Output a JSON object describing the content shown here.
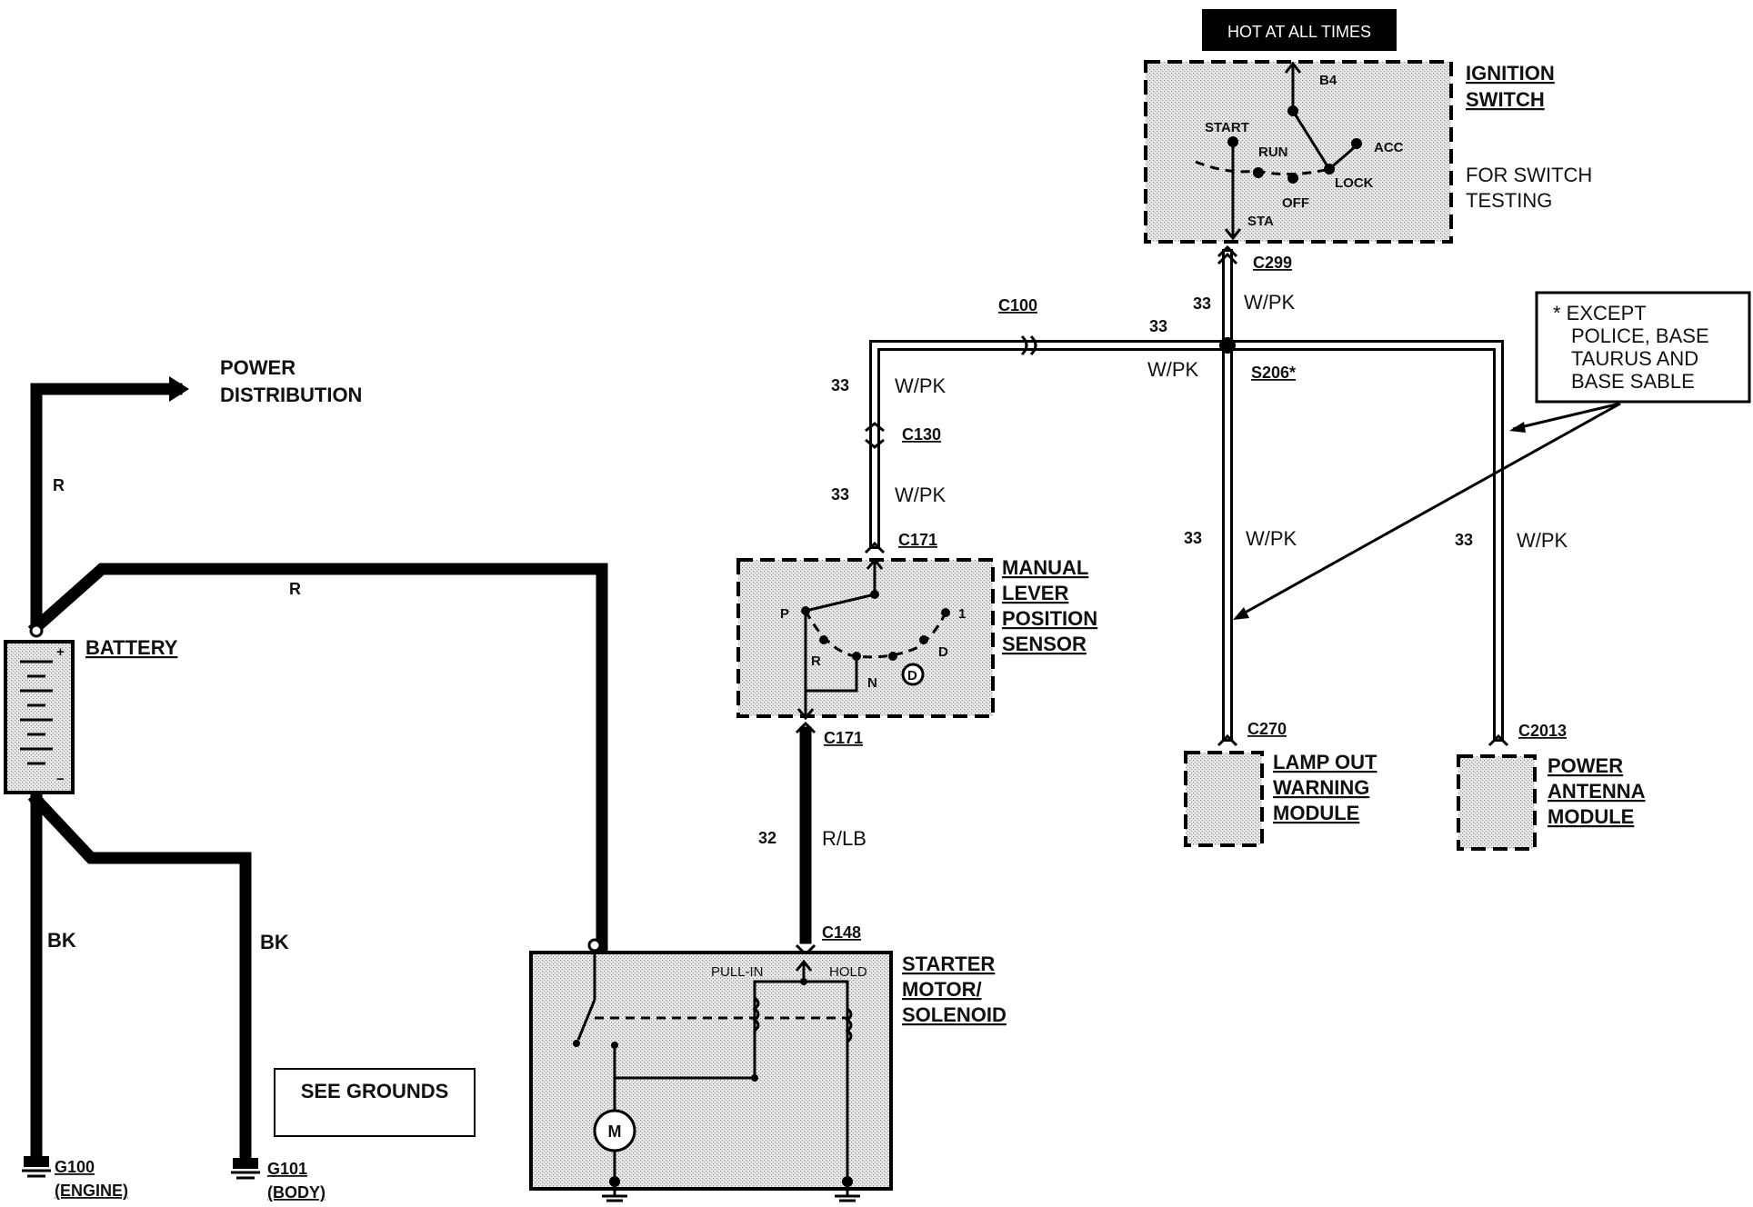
{
  "header": {
    "hot_label": "HOT AT ALL TIMES"
  },
  "ignition_switch": {
    "title_line1": "IGNITION",
    "title_line2": "SWITCH",
    "note_line1": "FOR SWITCH",
    "note_line2": "TESTING",
    "pos_b4": "B4",
    "pos_start": "START",
    "pos_run": "RUN",
    "pos_acc": "ACC",
    "pos_lock": "LOCK",
    "pos_off": "OFF",
    "pos_sta": "STA"
  },
  "connectors": {
    "c299": "C299",
    "c100": "C100",
    "c130": "C130",
    "c171_top": "C171",
    "c171_bottom": "C171",
    "c148": "C148",
    "c270": "C270",
    "c2013": "C2013",
    "s206": "S206*"
  },
  "wires": {
    "ign_out_circuit": "33",
    "ign_out_color": "W/PK",
    "to_c100_circuit": "33",
    "splice_color": "W/PK",
    "c130_top_circuit": "33",
    "c130_top_color": "W/PK",
    "c130_bot_circuit": "33",
    "c130_bot_color": "W/PK",
    "lamp_circuit": "33",
    "lamp_color": "W/PK",
    "antenna_circuit": "33",
    "antenna_color": "W/PK",
    "starter_circuit": "32",
    "starter_color": "R/LB",
    "batt_up_color": "R",
    "batt_starter_color": "R",
    "ground_engine_color": "BK",
    "ground_body_color": "BK"
  },
  "note_box": {
    "line1": "* EXCEPT",
    "line2": "POLICE, BASE",
    "line3": "TAURUS AND",
    "line4": "BASE SABLE"
  },
  "power_distribution": {
    "line1": "POWER",
    "line2": "DISTRIBUTION"
  },
  "battery": {
    "label": "BATTERY",
    "plus": "+",
    "minus": "−"
  },
  "mlps": {
    "line1": "MANUAL",
    "line2": "LEVER",
    "line3": "POSITION",
    "line4": "SENSOR",
    "pos_p": "P",
    "pos_r": "R",
    "pos_n": "N",
    "pos_d": "D",
    "pos_d_circled": "D",
    "pos_1": "1"
  },
  "lamp_out": {
    "line1": "LAMP OUT",
    "line2": "WARNING",
    "line3": "MODULE"
  },
  "power_antenna": {
    "line1": "POWER",
    "line2": "ANTENNA",
    "line3": "MODULE"
  },
  "starter": {
    "line1": "STARTER",
    "line2": "MOTOR/",
    "line3": "SOLENOID",
    "pull_in": "PULL-IN",
    "hold": "HOLD",
    "motor": "M"
  },
  "see_grounds": "SEE GROUNDS",
  "grounds": {
    "g100": "G100",
    "g100_sub": "(ENGINE)",
    "g101": "G101",
    "g101_sub": "(BODY)"
  }
}
